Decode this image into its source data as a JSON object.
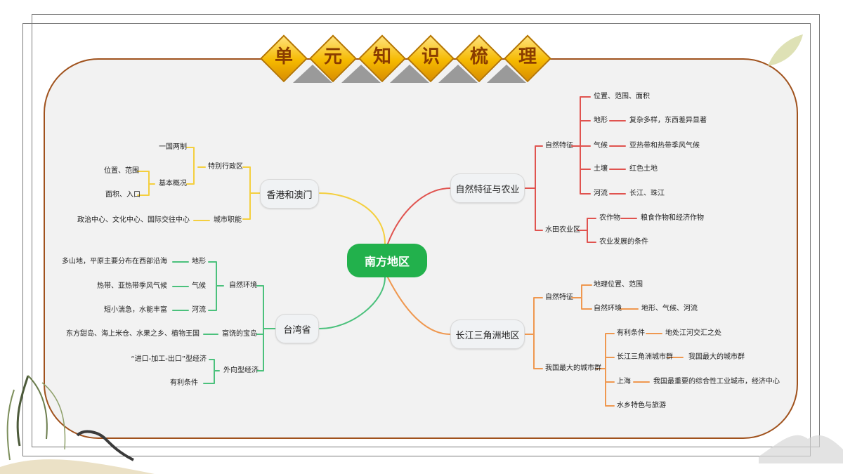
{
  "banner": {
    "chars": [
      "单",
      "元",
      "知",
      "识",
      "梳",
      "理"
    ]
  },
  "colors": {
    "hk": "#f4cf3f",
    "tw": "#4bc17c",
    "nat": "#e0534f",
    "cj": "#ef9850",
    "center": "#22b14c",
    "card_border": "#a0521d",
    "banner_gold": "#f5b900"
  },
  "diagram": {
    "center": "南方地区",
    "branches": {
      "hk": {
        "label": "香港和澳门",
        "special_zone": "特别行政区",
        "one_country": "一国两制",
        "overview": "基本概况",
        "position_range": "位置、范围",
        "area_entry": "面积、入口",
        "city_function": "城市职能",
        "city_function_detail": "政治中心、文化中心、国际交往中心"
      },
      "tw": {
        "label": "台湾省",
        "nature": "自然环境",
        "terrain": "地形",
        "terrain_detail": "多山地，平原主要分布在西部沿海",
        "climate": "气候",
        "climate_detail": "热带、亚热带季风气候",
        "rivers": "河流",
        "rivers_detail": "短小湍急，水能丰富",
        "treasure": "富饶的宝岛",
        "treasure_detail": "东方甜岛、海上米仓、水果之乡、植物王国",
        "export_econ": "外向型经济",
        "export_detail": "“进口-加工-出口”型经济",
        "favorable": "有利条件"
      },
      "nat": {
        "label": "自然特征与农业",
        "natural": "自然特征",
        "position": "位置、范围、面积",
        "terrain": "地形",
        "terrain_detail": "复杂多样，东西差异显著",
        "climate": "气候",
        "climate_detail": "亚热带和热带季风气候",
        "soil": "土壤",
        "soil_detail": "红色土地",
        "rivers": "河流",
        "rivers_detail": "长江、珠江",
        "paddy": "水田农业区",
        "crops": "农作物",
        "crops_detail": "粮食作物和经济作物",
        "conditions": "农业发展的条件"
      },
      "cj": {
        "label": "长江三角洲地区",
        "natural": "自然特征",
        "geo_pos": "地理位置、范围",
        "env": "自然环境",
        "env_detail": "地形、气候、河流",
        "cities": "我国最大的城市群",
        "favorable": "有利条件",
        "favorable_detail": "地处江河交汇之处",
        "cluster": "长江三角洲城市群",
        "cluster_detail": "我国最大的城市群",
        "shanghai": "上海",
        "shanghai_detail": "我国最重要的综合性工业城市，经济中心",
        "water_town": "水乡特色与旅游"
      }
    }
  }
}
